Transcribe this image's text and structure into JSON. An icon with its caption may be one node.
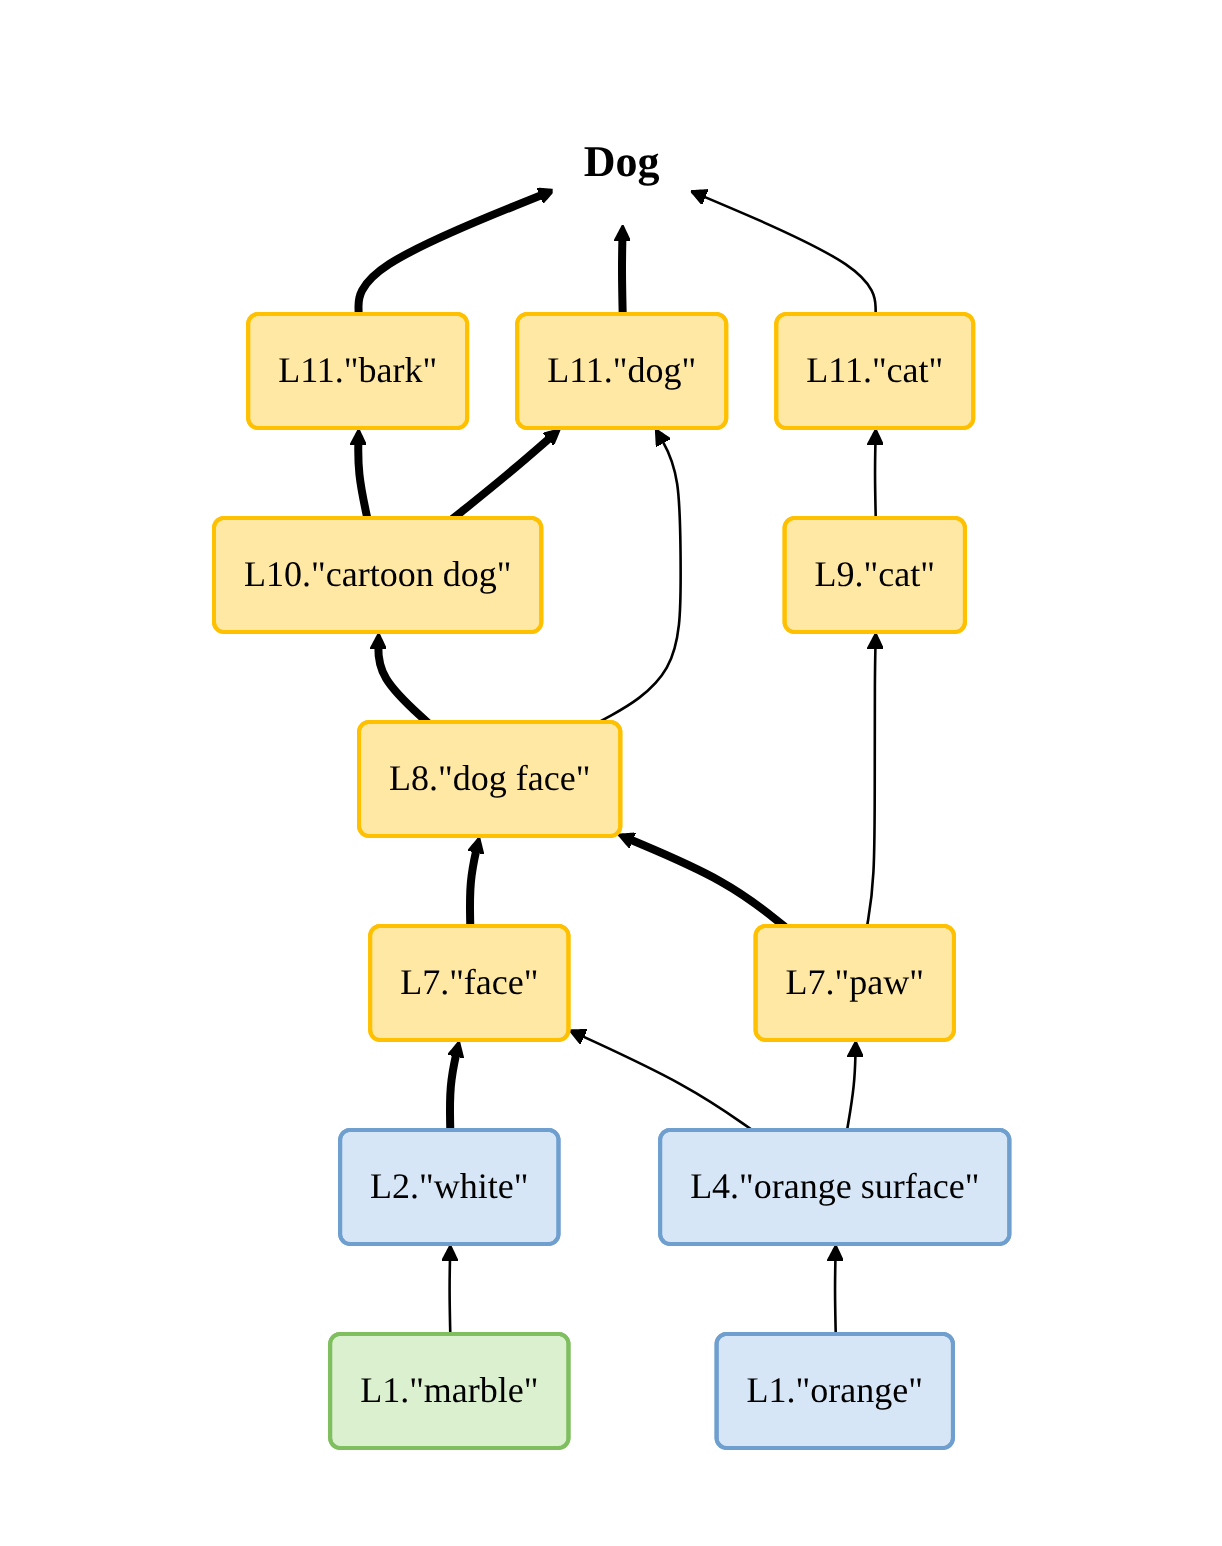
{
  "diagram": {
    "nodes": [
      {
        "text": [
          "Dog"
        ]
      },
      {
        "text": [
          "L11.\"bark\""
        ]
      },
      {
        "text": [
          "L11.\"dog\""
        ]
      },
      {
        "text": [
          "L11.\"cat\""
        ]
      },
      {
        "text": [
          "L10.\"cartoon dog\""
        ]
      },
      {
        "text": [
          "L9.\"cat\""
        ]
      },
      {
        "text": [
          "L8.\"dog face\""
        ]
      },
      {
        "text": [
          "L7.\"face\""
        ]
      },
      {
        "text": [
          "L7.\"paw\""
        ]
      },
      {
        "text": [
          "L2.\"white\""
        ]
      },
      {
        "text": [
          "L4.\"orange surface\""
        ]
      },
      {
        "text": [
          "L1.\"marble\""
        ]
      },
      {
        "text": [
          "L1.\"orange\""
        ]
      }
    ],
    "edges": [
      {
        "from": 1,
        "to": 0,
        "arrow": "to",
        "style": "thick"
      },
      {
        "from": 2,
        "to": 0,
        "arrow": "to",
        "style": "thick"
      },
      {
        "from": 3,
        "to": 0,
        "arrow": "to"
      },
      {
        "from": 4,
        "to": 1,
        "arrow": "to",
        "style": "thick"
      },
      {
        "from": 4,
        "to": 2,
        "arrow": "to",
        "style": "thick"
      },
      {
        "from": 6,
        "to": 2,
        "arrow": "to"
      },
      {
        "from": 5,
        "to": 3,
        "arrow": "to"
      },
      {
        "from": 6,
        "to": 4,
        "arrow": "to",
        "style": "thick"
      },
      {
        "from": 8,
        "to": 5,
        "arrow": "to"
      },
      {
        "from": 7,
        "to": 6,
        "arrow": "to",
        "style": "thick"
      },
      {
        "from": 8,
        "to": 6,
        "arrow": "to",
        "style": "thick"
      },
      {
        "from": 9,
        "to": 7,
        "arrow": "to",
        "style": "thick"
      },
      {
        "from": 10,
        "to": 7,
        "arrow": "to"
      },
      {
        "from": 10,
        "to": 8,
        "arrow": "to"
      },
      {
        "from": 11,
        "to": 9,
        "arrow": "to"
      },
      {
        "from": 12,
        "to": 10,
        "arrow": "to"
      }
    ]
  }
}
